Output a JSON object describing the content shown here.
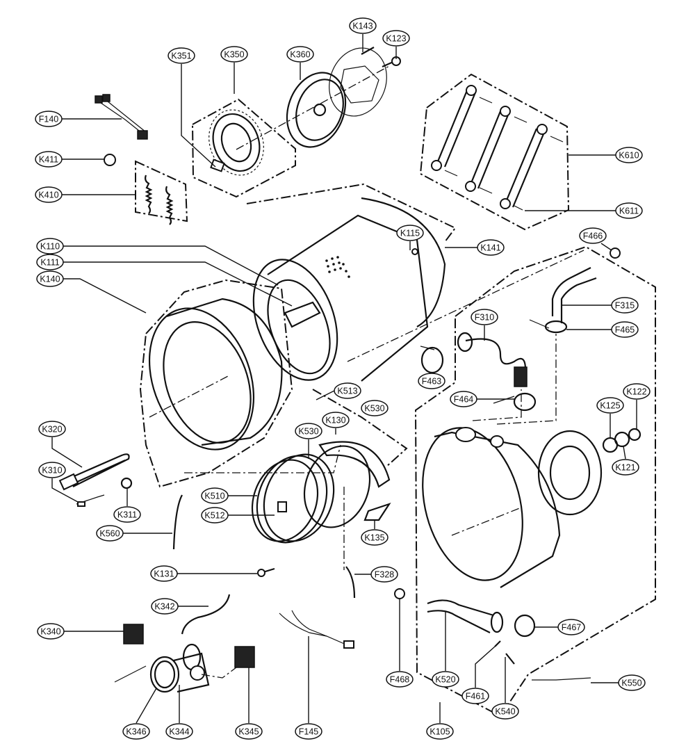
{
  "diagram": {
    "type": "exploded-parts-diagram",
    "subject": "Front-load washer tub and drum assembly",
    "callouts": [
      {
        "id": "K351",
        "label": "K351"
      },
      {
        "id": "K350",
        "label": "K350"
      },
      {
        "id": "K360",
        "label": "K360"
      },
      {
        "id": "K143",
        "label": "K143"
      },
      {
        "id": "K123",
        "label": "K123"
      },
      {
        "id": "F140",
        "label": "F140"
      },
      {
        "id": "K411",
        "label": "K411"
      },
      {
        "id": "K410",
        "label": "K410"
      },
      {
        "id": "K610",
        "label": "K610"
      },
      {
        "id": "K611",
        "label": "K611"
      },
      {
        "id": "K110",
        "label": "K110"
      },
      {
        "id": "K111",
        "label": "K111"
      },
      {
        "id": "K140",
        "label": "K140"
      },
      {
        "id": "K115",
        "label": "K115"
      },
      {
        "id": "K141",
        "label": "K141"
      },
      {
        "id": "F466",
        "label": "F466"
      },
      {
        "id": "F315",
        "label": "F315"
      },
      {
        "id": "F465",
        "label": "F465"
      },
      {
        "id": "F310",
        "label": "F310"
      },
      {
        "id": "F463",
        "label": "F463"
      },
      {
        "id": "F464",
        "label": "F464"
      },
      {
        "id": "K122",
        "label": "K122"
      },
      {
        "id": "K125",
        "label": "K125"
      },
      {
        "id": "K121",
        "label": "K121"
      },
      {
        "id": "K513",
        "label": "K513"
      },
      {
        "id": "K530a",
        "label": "K530"
      },
      {
        "id": "K130",
        "label": "K130"
      },
      {
        "id": "K530b",
        "label": "K530"
      },
      {
        "id": "K320",
        "label": "K320"
      },
      {
        "id": "K310",
        "label": "K310"
      },
      {
        "id": "K311",
        "label": "K311"
      },
      {
        "id": "K510",
        "label": "K510"
      },
      {
        "id": "K512",
        "label": "K512"
      },
      {
        "id": "K560",
        "label": "K560"
      },
      {
        "id": "K135",
        "label": "K135"
      },
      {
        "id": "K131",
        "label": "K131"
      },
      {
        "id": "F328",
        "label": "F328"
      },
      {
        "id": "K342",
        "label": "K342"
      },
      {
        "id": "K340",
        "label": "K340"
      },
      {
        "id": "K346",
        "label": "K346"
      },
      {
        "id": "K344",
        "label": "K344"
      },
      {
        "id": "K345",
        "label": "K345"
      },
      {
        "id": "F145",
        "label": "F145"
      },
      {
        "id": "F468",
        "label": "F468"
      },
      {
        "id": "K520",
        "label": "K520"
      },
      {
        "id": "F461",
        "label": "F461"
      },
      {
        "id": "K540",
        "label": "K540"
      },
      {
        "id": "K105",
        "label": "K105"
      },
      {
        "id": "F467",
        "label": "F467"
      },
      {
        "id": "K550",
        "label": "K550"
      }
    ]
  }
}
